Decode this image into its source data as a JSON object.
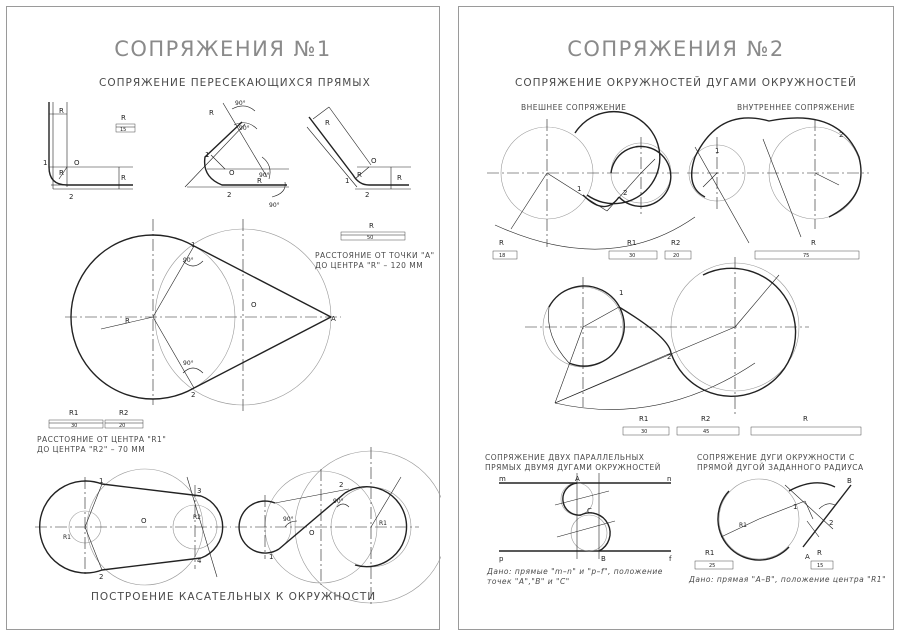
{
  "sheet1": {
    "title": "СОПРЯЖЕНИЯ №1",
    "subtitle": "СОПРЯЖЕНИЕ ПЕРЕСЕКАЮЩИХСЯ ПРЯМЫХ",
    "bottom_title": "ПОСТРОЕНИЕ КАСАТЕЛЬНЫХ К ОКРУЖНОСТИ",
    "note_a_line1": "РАССТОЯНИЕ ОТ ТОЧКИ \"А\"",
    "note_a_line2": "ДО ЦЕНТРА \"R\" – 120 ММ",
    "note_r1_line1": "РАССТОЯНИЕ ОТ ЦЕНТРА \"R1\"",
    "note_r1_line2": "ДО ЦЕНТРА \"R2\" – 70 ММ",
    "labels": {
      "R": "R",
      "R1": "R1",
      "R2": "R2",
      "O1": "O",
      "O1_sub": "1",
      "A": "A",
      "p1": "1",
      "p2": "2",
      "p3": "3",
      "p4": "4",
      "deg90": "90°",
      "r15": "15",
      "r50": "50",
      "r30": "30",
      "r20": "20"
    }
  },
  "sheet2": {
    "title": "СОПРЯЖЕНИЯ №2",
    "subtitle": "СОПРЯЖЕНИЕ ОКРУЖНОСТЕЙ ДУГАМИ ОКРУЖНОСТЕЙ",
    "external": "ВНЕШНЕЕ СОПРЯЖЕНИЕ",
    "internal": "ВНУТРЕННЕЕ СОПРЯЖЕНИЕ",
    "parallel_line1": "СОПРЯЖЕНИЕ ДВУХ ПАРАЛЛЕЛЬНЫХ",
    "parallel_line2": "ПРЯМЫХ ДВУМЯ ДУГАМИ ОКРУЖНОСТЕЙ",
    "arc_line1": "СОПРЯЖЕНИЕ ДУГИ ОКРУЖНОСТИ С",
    "arc_line2": "ПРЯМОЙ ДУГОЙ ЗАДАННОГО РАДИУСА",
    "given_parallel": "Дано: прямые \"m–n\" и \"p–f\", положение точек \"А\",\"B\" и \"C\"",
    "given_arc": "Дано: прямая \"А–B\", положение центра \"R1\"",
    "labels": {
      "R": "R",
      "R1": "R1",
      "R2": "R2",
      "A": "A",
      "B": "B",
      "C": "C",
      "m": "m",
      "n": "n",
      "p": "p",
      "f": "f",
      "p1": "1",
      "p2": "2",
      "r18": "18",
      "r30": "30",
      "r20": "20",
      "r75": "75",
      "r45": "45",
      "r25": "25",
      "r15": "15"
    }
  }
}
